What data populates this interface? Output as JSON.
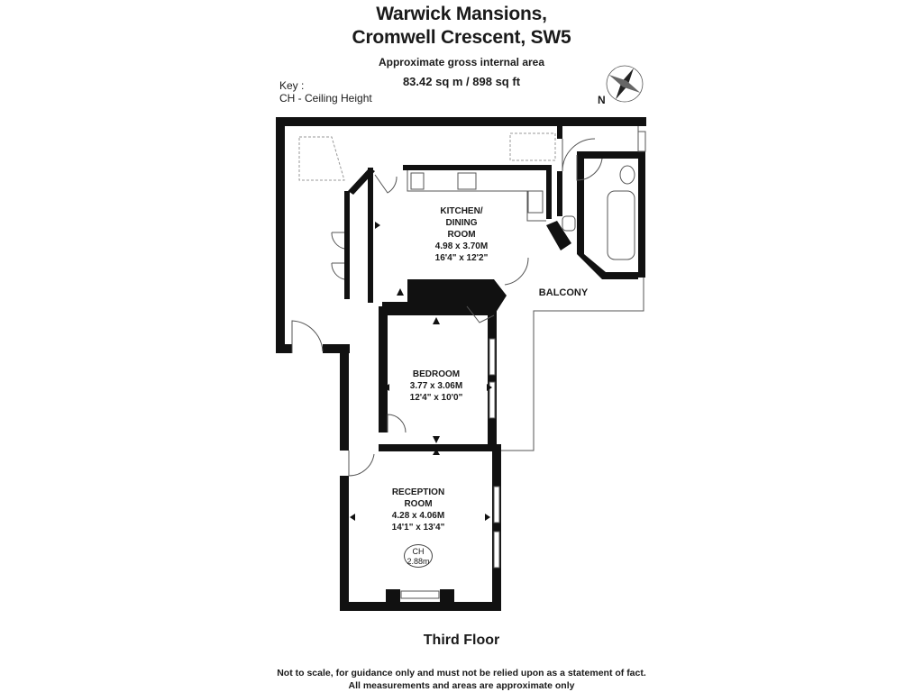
{
  "header": {
    "title_line1": "Warwick Mansions,",
    "title_line2": "Cromwell Crescent,  SW5",
    "area_label": "Approximate gross internal area",
    "area_value": "83.42 sq m /  898 sq ft"
  },
  "key": {
    "heading": "Key :",
    "item": "CH - Ceiling Height"
  },
  "compass": {
    "north_label": "N"
  },
  "rooms": {
    "kitchen": {
      "name_line1": "KITCHEN/",
      "name_line2": "DINING",
      "name_line3": "ROOM",
      "metric": "4.98 x 3.70M",
      "imperial": "16'4\" x 12'2\""
    },
    "bedroom": {
      "name": "BEDROOM",
      "metric": "3.77 x 3.06M",
      "imperial": "12'4\" x 10'0\""
    },
    "reception": {
      "name_line1": "RECEPTION",
      "name_line2": "ROOM",
      "metric": "4.28 x 4.06M",
      "imperial": "14'1\" x 13'4\""
    },
    "balcony": {
      "name": "BALCONY"
    }
  },
  "ceiling_height": {
    "label": "CH",
    "value": "2.88m"
  },
  "floor_label": "Third Floor",
  "disclaimer": {
    "line1": "Not to scale, for guidance only and must not be relied upon as a statement of fact.",
    "line2": "All measurements and areas are approximate only"
  },
  "colors": {
    "wall": "#111111",
    "text": "#1a1a1a",
    "thin_line": "#555555",
    "dashed": "#999999"
  }
}
